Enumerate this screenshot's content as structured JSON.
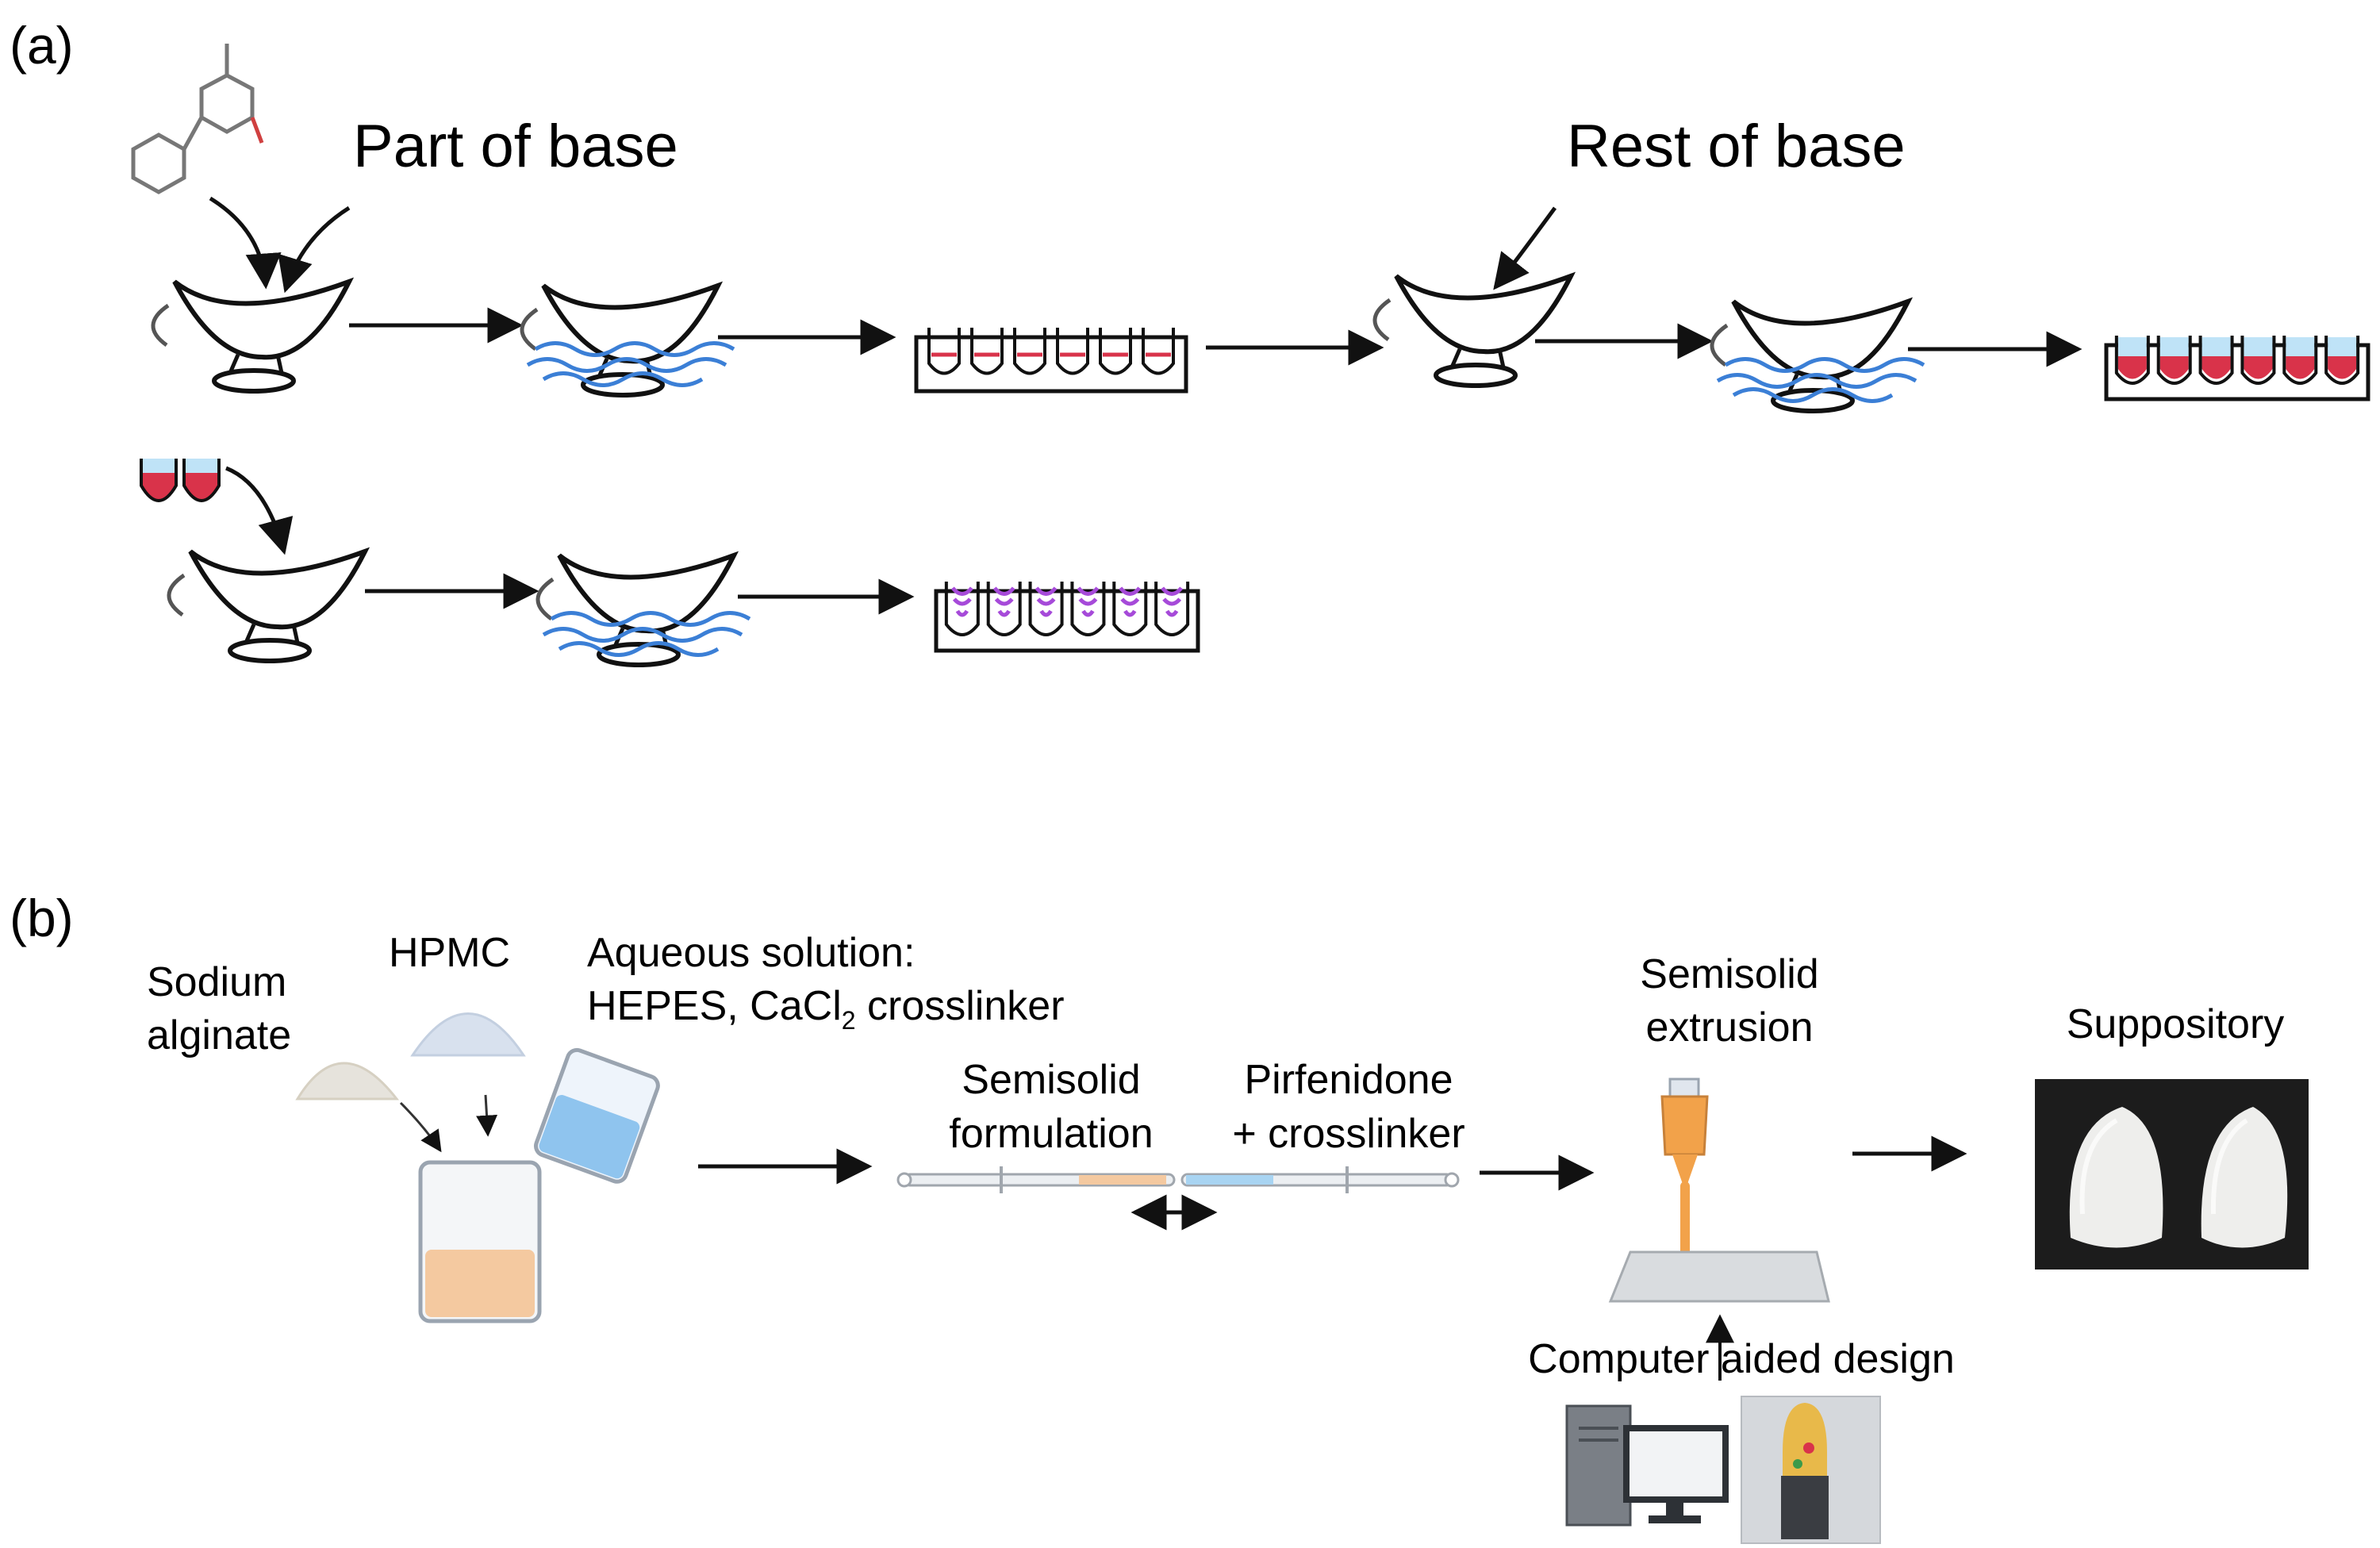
{
  "panel_a": {
    "label": "(a)",
    "part_of_base": "Part of base",
    "rest_of_base": "Rest of base"
  },
  "panel_b": {
    "label": "(b)",
    "sodium_alginate_1": "Sodium",
    "sodium_alginate_2": "alginate",
    "hpmc": "HPMC",
    "aqueous_1": "Aqueous solution:",
    "aqueous_2_pre": "HEPES, CaCl",
    "aqueous_2_sub": "2",
    "aqueous_2_post": " crosslinker",
    "semisolid_form_1": "Semisolid",
    "semisolid_form_2": "formulation",
    "pirfenidone_1": "Pirfenidone",
    "pirfenidone_2": "+ crosslinker",
    "extrusion_1": "Semisolid",
    "extrusion_2": "extrusion",
    "suppository": "Suppository",
    "cad": "Computer aided design"
  },
  "colors": {
    "line": "#111111",
    "water": "#3b7fd6",
    "red": "#d9334a",
    "purple": "#a64ad9",
    "powder_white": "#e6e3dc",
    "powder_blue": "#d8e1ee",
    "beaker_liquid": "#f4c9a0",
    "nozzle_orange": "#f2a24a",
    "photo_bg": "#1c1c1c"
  }
}
